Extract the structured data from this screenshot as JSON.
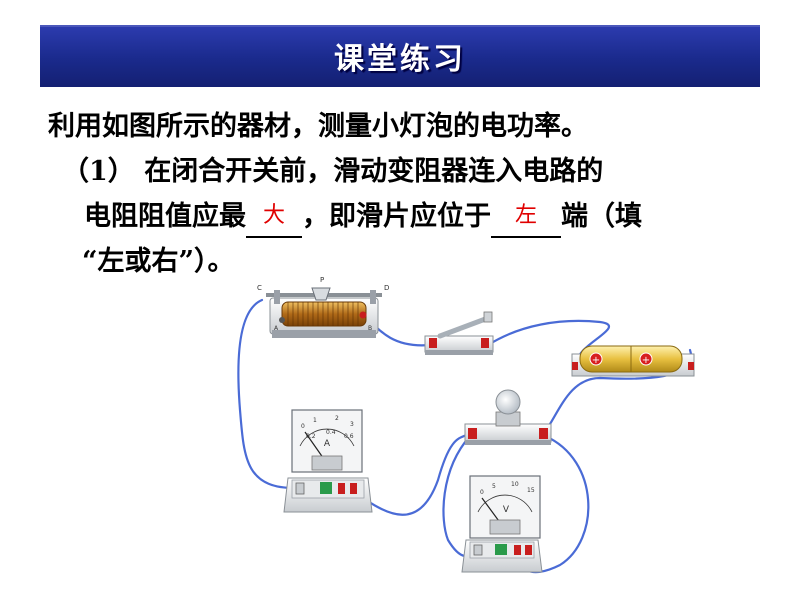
{
  "banner": {
    "title": "课堂练习"
  },
  "question": {
    "intro": "利用如图所示的器材，测量小灯泡的电功率。",
    "part1_number": "（1）",
    "part1_line1": "在闭合开关前，滑动变阻器连入电路的",
    "part1_line2_a": "电阻阻值应最",
    "answer1": "大",
    "part1_line2_b": "，即滑片应位于",
    "answer2": "左",
    "part1_line2_c": "端（填",
    "part1_line3": "“左或右”）。"
  },
  "figure": {
    "rheostat_labels": [
      "C",
      "P",
      "D",
      "A",
      "B"
    ],
    "ammeter": {
      "unit": "A",
      "scale_top": [
        "0",
        "1",
        "2",
        "3"
      ],
      "scale_bottom": [
        "0.2",
        "0.4",
        "0.6"
      ]
    },
    "voltmeter": {
      "unit": "V",
      "scale_top": [
        "0",
        "5",
        "10",
        "15"
      ]
    },
    "colors": {
      "banner": "#1f2e96",
      "answer": "#e00000",
      "wire": "#4a6bd6",
      "terminal": "#c81e1e"
    }
  }
}
